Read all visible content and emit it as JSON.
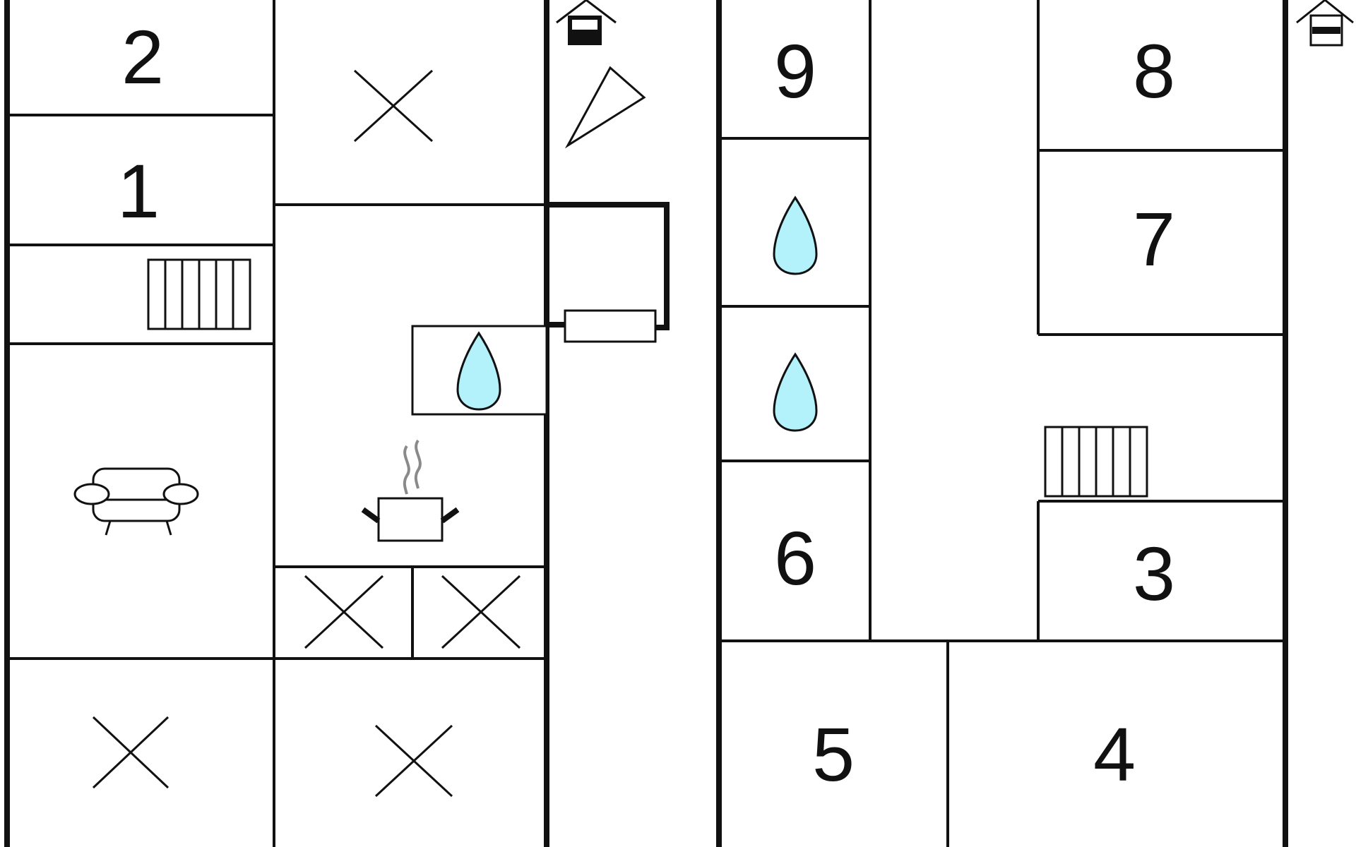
{
  "room_labels": {
    "room_1": "1",
    "room_2": "2",
    "room_3": "3",
    "room_4": "4",
    "room_5": "5",
    "room_6": "6",
    "room_7": "7",
    "room_8": "8",
    "room_9": "9"
  },
  "colors": {
    "line": "#111111",
    "water_drop_fill": "#b3f2fb",
    "steam": "#8a8a8a",
    "background": "#ffffff"
  },
  "icons": [
    "window-triangle-icon",
    "radiator-icon",
    "water-drop-icon",
    "sofa-icon",
    "cooking-pot-icon",
    "cross-icon",
    "exit-house-icon",
    "water-heater-icon"
  ]
}
